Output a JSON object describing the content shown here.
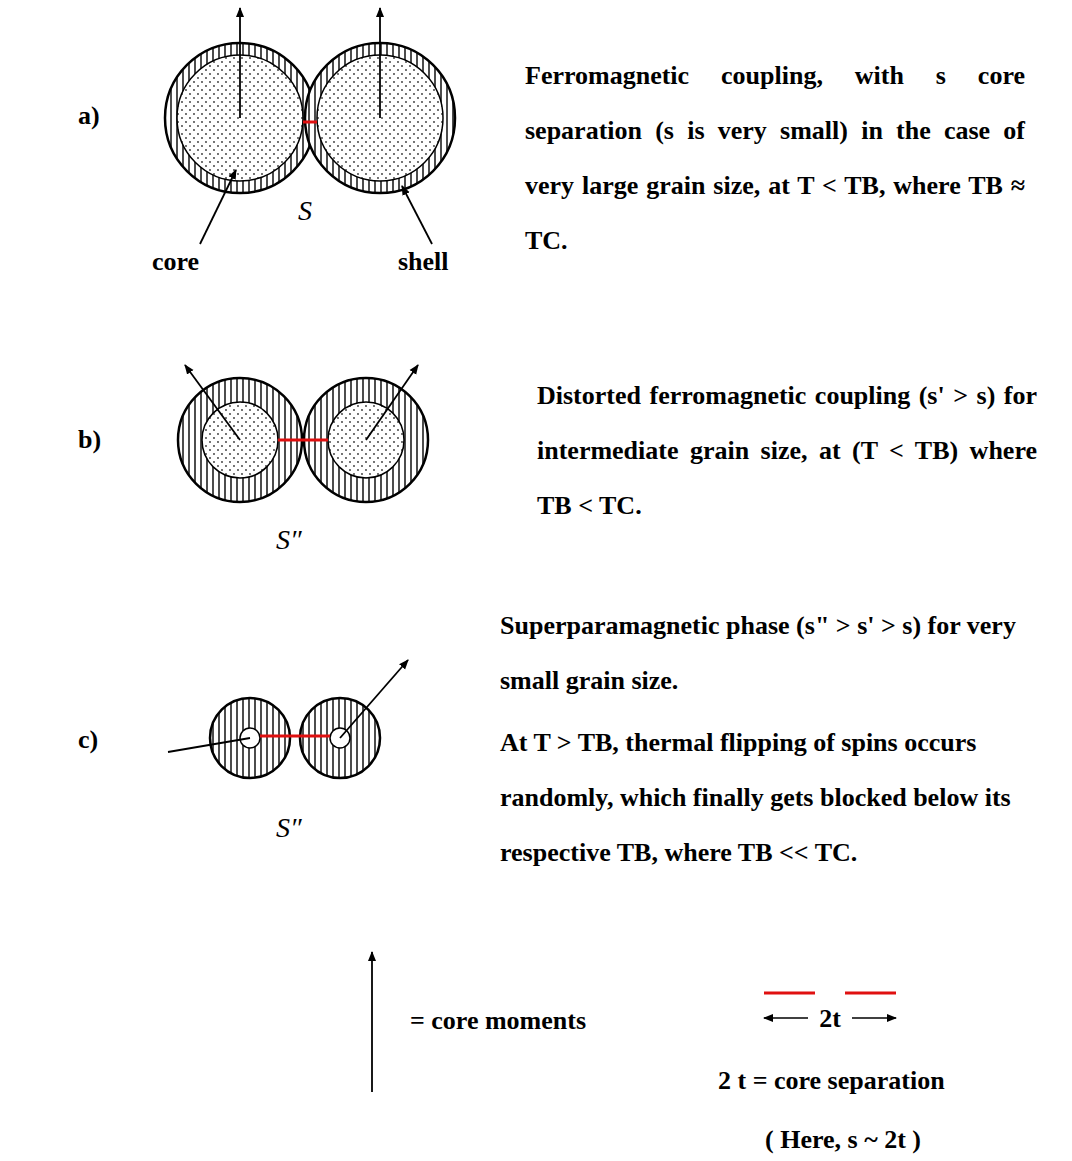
{
  "diagram": {
    "labels": [
      "a)",
      "core",
      "shell",
      "S",
      "Ferromagnetic coupling, with s core separation (s is very small) in the case of very large grain size, at T < TB, where TB ≈ TC.",
      "b)",
      "S″",
      "Distorted ferromagnetic coupling (s' > s) for intermediate grain size, at (T < TB) where TB < TC.",
      "c)",
      "S″",
      "Superparamagnetic phase (s\" > s' > s) for very small grain size.",
      "At T > TB, thermal flipping of spins occurs randomly, which finally gets blocked below its respective TB, where TB << TC.",
      "2t",
      "( Here, s ~ 2t )"
    ],
    "legend": [
      {
        "text": "= core moments"
      },
      {
        "text": "2 t = core separation"
      }
    ]
  }
}
